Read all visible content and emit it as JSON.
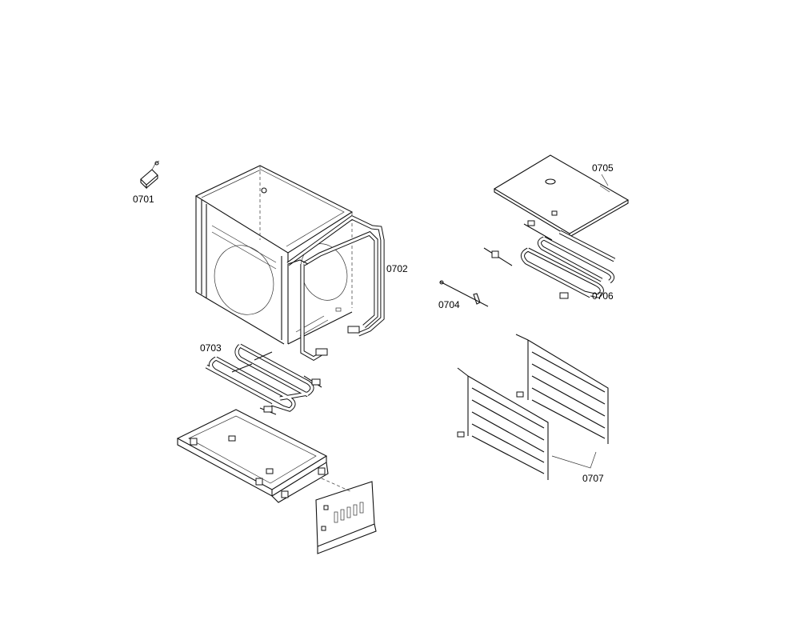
{
  "parts": [
    {
      "id": "knob",
      "label": "0701"
    },
    {
      "id": "frame-tube",
      "label": "0702"
    },
    {
      "id": "grill-element",
      "label": "0703"
    },
    {
      "id": "probe",
      "label": "0704"
    },
    {
      "id": "top-plate",
      "label": "0705"
    },
    {
      "id": "top-element",
      "label": "0706"
    },
    {
      "id": "side-racks",
      "label": "0707"
    }
  ]
}
